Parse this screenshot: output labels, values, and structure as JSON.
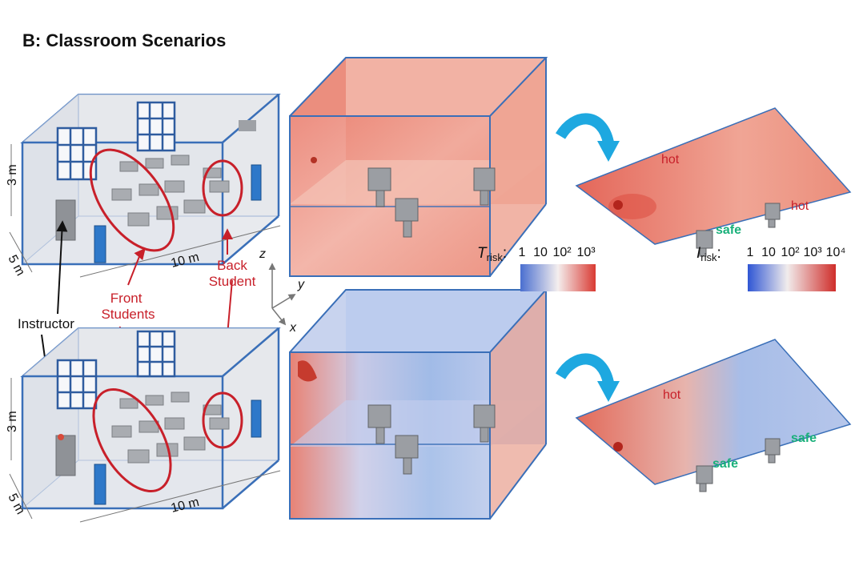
{
  "title": "B: Classroom Scenarios",
  "colors": {
    "room_edge": "#3a6fb8",
    "window": "#2f5c9f",
    "door": "#2e78c9",
    "annotation_red": "#c8202a",
    "safe_green": "#19b07a",
    "arrow_cyan": "#1ea8e0",
    "risk_high": "#e04a3a",
    "risk_low": "#4a7fd6"
  },
  "labels": {
    "dim_height": "3 m",
    "dim_width": "5 m",
    "dim_length": "10 m",
    "instructor": "Instructor",
    "front_students": "Front Students",
    "back_student": "Back Student",
    "axis_z": "z",
    "axis_y": "y",
    "axis_x": "x"
  },
  "colorbars": {
    "t_risk": {
      "symbol": "T",
      "subscript": "risk",
      "ticks": [
        "1",
        "10",
        "10²",
        "10³"
      ]
    },
    "i_risk": {
      "symbol": "I",
      "subscript": "risk",
      "ticks": [
        "1",
        "10",
        "10²",
        "10³",
        "10⁴"
      ]
    }
  },
  "scenario_top": {
    "floor_labels": [
      "hot",
      "hot",
      "safe"
    ]
  },
  "scenario_bottom": {
    "floor_labels": [
      "hot",
      "safe",
      "safe"
    ]
  }
}
